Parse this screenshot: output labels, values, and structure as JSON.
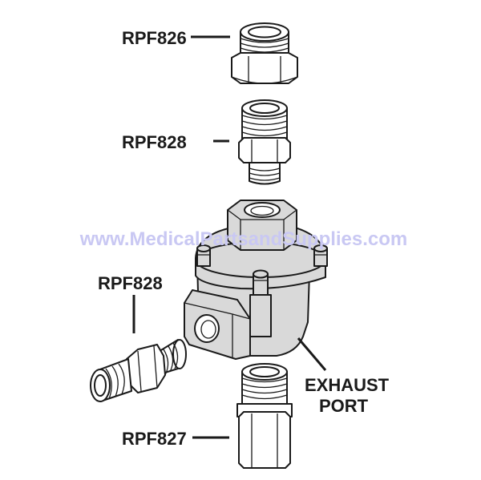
{
  "labels": {
    "part_top": "RPF826",
    "part_second": "RPF828",
    "part_left": "RPF828",
    "part_bottom": "RPF827",
    "exhaust_line1": "EXHAUST",
    "exhaust_line2": "PORT"
  },
  "watermark": "www.MedicalPartsandSupplies.com",
  "colors": {
    "ink": "#1a1a1a",
    "valve_body": "#d9d9d9",
    "watermark": "#c9c8f3"
  }
}
